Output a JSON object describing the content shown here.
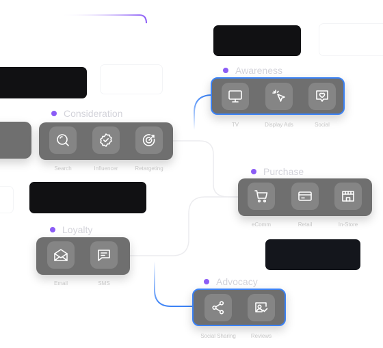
{
  "colors": {
    "accent": "#3b82f6",
    "dot": "#8b5cf6",
    "panel": "#6f6f6f",
    "tile": "#858585",
    "dark_box": "#111113",
    "label": "#c7c7c7"
  },
  "stages": {
    "awareness": {
      "title": "Awareness",
      "channels": [
        {
          "icon": "monitor-icon",
          "label": "TV"
        },
        {
          "icon": "cursor-click-icon",
          "label": "Display Ads"
        },
        {
          "icon": "heart-chat-icon",
          "label": "Social"
        }
      ]
    },
    "consideration": {
      "title": "Consideration",
      "channels": [
        {
          "icon": "search-icon",
          "label": "Search"
        },
        {
          "icon": "verified-badge-icon",
          "label": "Influencer"
        },
        {
          "icon": "target-icon",
          "label": "Retargeting"
        }
      ]
    },
    "purchase": {
      "title": "Purchase",
      "channels": [
        {
          "icon": "cart-icon",
          "label": "eComm"
        },
        {
          "icon": "credit-card-icon",
          "label": "Retail"
        },
        {
          "icon": "storefront-icon",
          "label": "In-Store"
        }
      ]
    },
    "loyalty": {
      "title": "Loyalty",
      "channels": [
        {
          "icon": "email-icon",
          "label": "Email"
        },
        {
          "icon": "sms-icon",
          "label": "SMS"
        }
      ]
    },
    "advocacy": {
      "title": "Advocacy",
      "channels": [
        {
          "icon": "share-icon",
          "label": "Social Sharing"
        },
        {
          "icon": "review-icon",
          "label": "Reviews"
        }
      ]
    }
  }
}
